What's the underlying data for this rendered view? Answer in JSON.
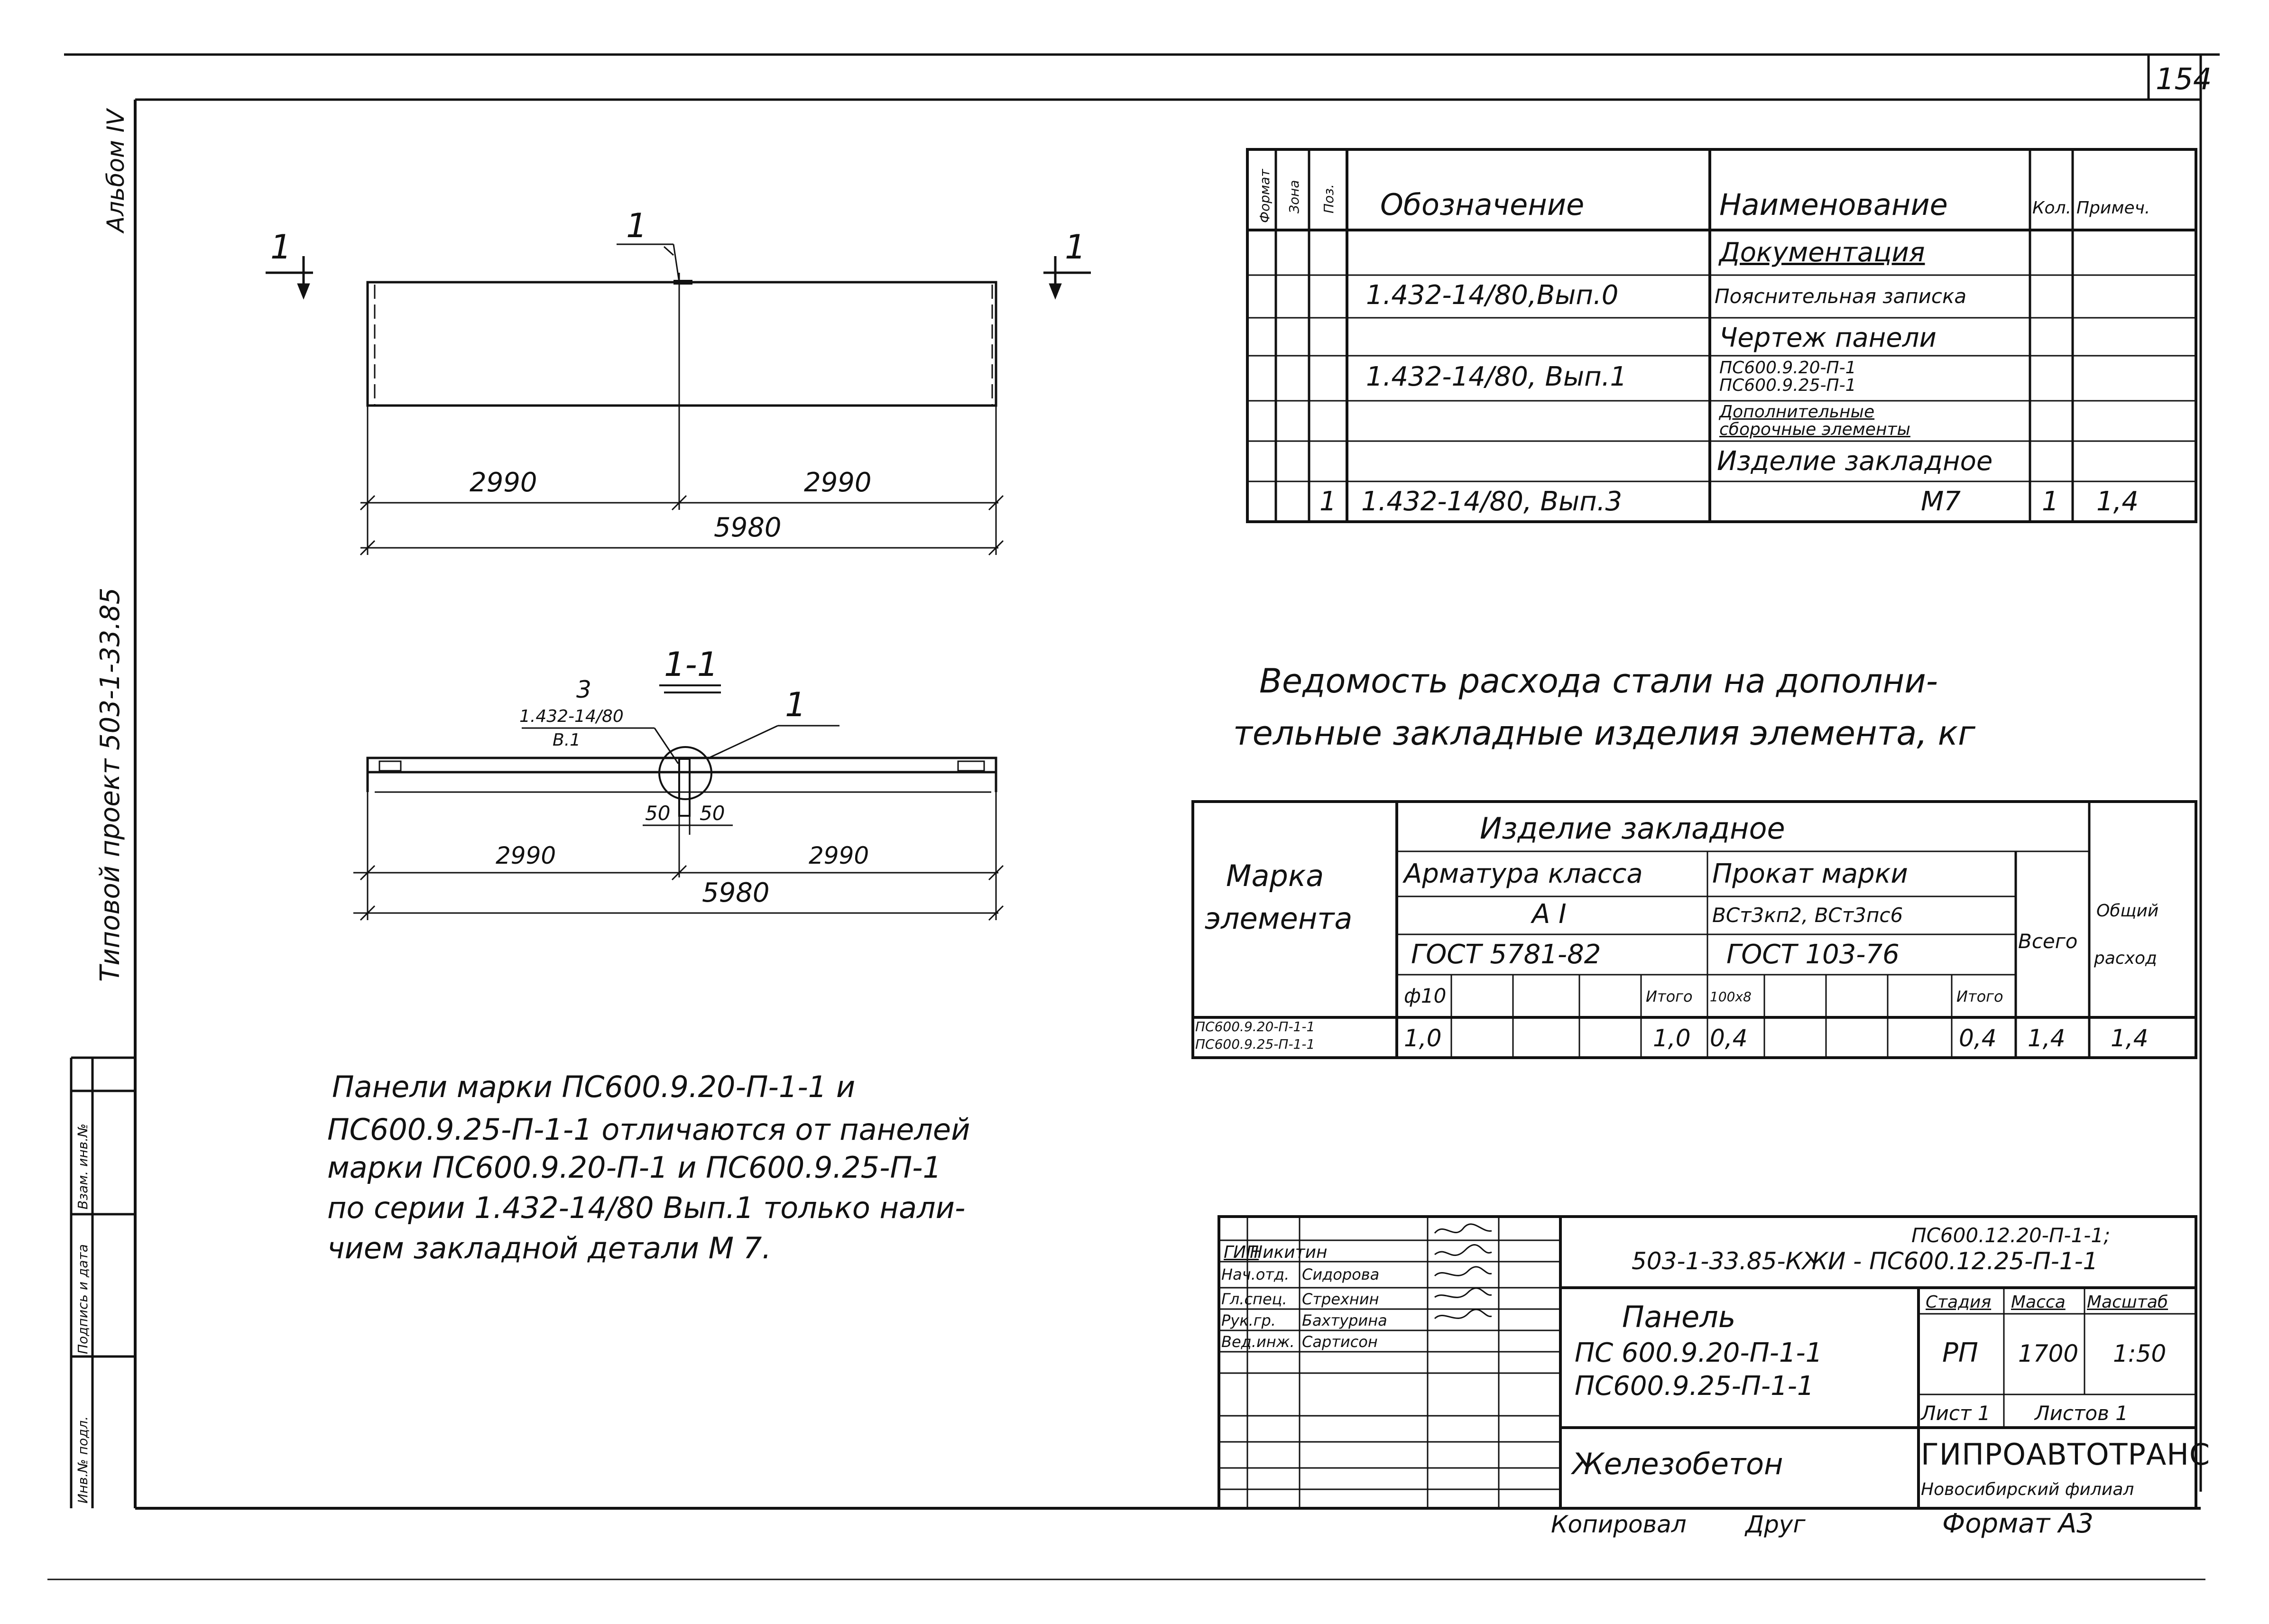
{
  "sheet_number": "154",
  "album": "Альбом IV",
  "project": "Типовой проект 503-1-33.85",
  "stamp_side": {
    "inv": "Инв.№ подл.",
    "sign_date": "Подпись и дата",
    "vzam": "Взам. инв.№"
  },
  "panel_view": {
    "cut_left": "1",
    "cut_right": "1",
    "callout": "1",
    "dim_left": "2990",
    "dim_right": "2990",
    "dim_total": "5980"
  },
  "section": {
    "title": "1-1",
    "ref_num": "3",
    "ref_doc": "1.432-14/80",
    "ref_vyp": "В.1",
    "callout": "1",
    "gap_left": "50",
    "gap_right": "50",
    "dim_left": "2990",
    "dim_right": "2990",
    "dim_total": "5980"
  },
  "note": [
    "Панели марки ПС600.9.20-П-1-1 и",
    "ПС600.9.25-П-1-1 отличаются от панелей",
    "марки ПС600.9.20-П-1 и ПС600.9.25-П-1",
    "по серии 1.432-14/80 Вып.1 только нали-",
    "чием закладной детали М 7."
  ],
  "spec": {
    "headers": {
      "format": "Формат",
      "zone": "Зона",
      "pos": "Поз.",
      "designation": "Обозначение",
      "name": "Наименование",
      "qty": "Кол.",
      "note": "Примеч."
    },
    "rows": [
      {
        "pos": "",
        "designation": "",
        "name": "Документация",
        "qty": "",
        "note": ""
      },
      {
        "pos": "",
        "designation": "1.432-14/80,Вып.0",
        "name": "Пояснительная записка",
        "qty": "",
        "note": ""
      },
      {
        "pos": "",
        "designation": "",
        "name": "Чертеж панели",
        "qty": "",
        "note": ""
      },
      {
        "pos": "",
        "designation": "1.432-14/80, Вып.1",
        "name": "ПС600.9.20-П-1",
        "name2": "ПС600.9.25-П-1",
        "qty": "",
        "note": ""
      },
      {
        "pos": "",
        "designation": "",
        "name": "Дополнительные",
        "name2": "сборочные элементы",
        "qty": "",
        "note": ""
      },
      {
        "pos": "",
        "designation": "",
        "name": "Изделие закладное",
        "qty": "",
        "note": ""
      },
      {
        "pos": "1",
        "designation": "1.432-14/80, Вып.3",
        "name": "М7",
        "qty": "1",
        "note": "1,4"
      }
    ]
  },
  "steel": {
    "title_line1": "Ведомость расхода стали на дополни-",
    "title_line2": "тельные закладные изделия элемента, кг",
    "h_mark1": "Марка",
    "h_mark2": "элемента",
    "h_item": "Изделие закладное",
    "h_arm": "Арматура класса",
    "h_arm_class": "А I",
    "h_arm_gost": "ГОСТ 5781-82",
    "h_prokat": "Прокат марки",
    "h_prokat_grade": "ВСт3кп2, ВСт3пс6",
    "h_prokat_gost": "ГОСТ 103-76",
    "h_phi": "ф10",
    "h_itogo": "Итого",
    "h_size": "100х8",
    "h_itogo2": "Итого",
    "h_total": "Всего",
    "h_common1": "Общий",
    "h_common2": "расход",
    "row_mark1": "ПС600.9.20-П-1-1",
    "row_mark2": "ПС600.9.25-П-1-1",
    "phi": "1,0",
    "itogo": "1,0",
    "size": "0,4",
    "itogo2": "0,4",
    "total": "1,4",
    "common": "1,4"
  },
  "title_block": {
    "people": [
      {
        "role": "ГИП",
        "name": "Никитин"
      },
      {
        "role": "Нач.отд.",
        "name": "Сидорова"
      },
      {
        "role": "Гл.спец.",
        "name": "Стрехнин"
      },
      {
        "role": "Рук.гр.",
        "name": "Бахтурина"
      },
      {
        "role": "Вед.инж.",
        "name": "Сартисон"
      }
    ],
    "code_top": "ПС600.12.20-П-1-1;",
    "code_main": "503-1-33.85-КЖИ - ПС600.12.25-П-1-1",
    "item_title": "Панель",
    "item_mark1": "ПС 600.9.20-П-1-1",
    "item_mark2": "ПС600.9.25-П-1-1",
    "material": "Железобетон",
    "h_stage": "Стадия",
    "h_mass": "Масса",
    "h_scale": "Масштаб",
    "stage": "РП",
    "mass": "1700",
    "scale": "1:50",
    "sheet": "Лист 1",
    "sheets": "Листов 1",
    "org": "ГИПРОАВТОТРАНС",
    "branch": "Новосибирский филиал"
  },
  "copied": "Копировал",
  "copied_sign": "Друг",
  "format": "Формат А3"
}
